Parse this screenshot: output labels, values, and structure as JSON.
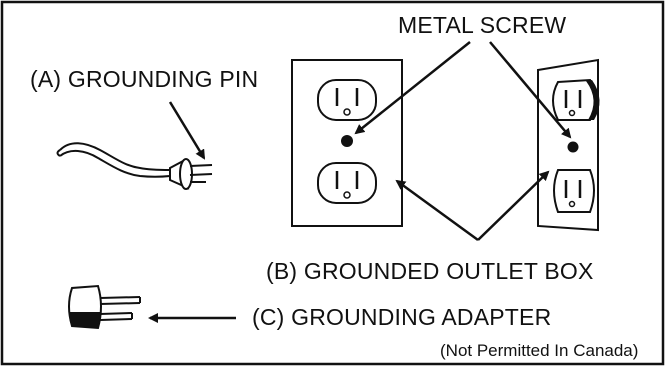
{
  "labels": {
    "grounding_pin": "(A)  GROUNDING PIN",
    "metal_screw": "METAL SCREW",
    "grounded_outlet_box": "(B)  GROUNDED OUTLET BOX",
    "grounding_adapter": "(C)  GROUNDING ADAPTER",
    "adapter_note": "(Not Permitted In Canada)"
  },
  "colors": {
    "ink": "#111111",
    "paper": "#ffffff"
  },
  "icons": [
    "plug-with-grounding-pin-icon",
    "duplex-outlet-front-icon",
    "outlet-side-view-icon",
    "grounding-adapter-icon"
  ]
}
